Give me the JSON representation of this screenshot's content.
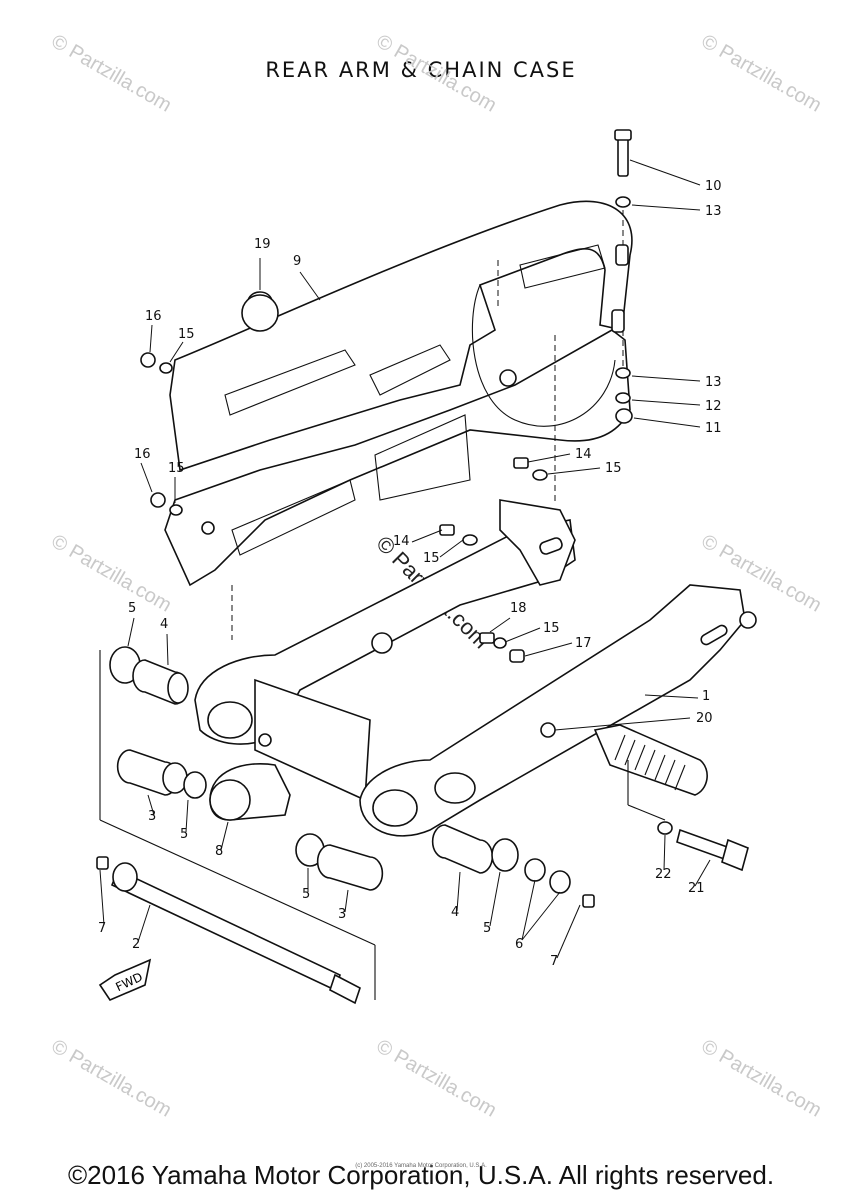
{
  "title": "REAR ARM & CHAIN CASE",
  "copyright": "©2016 Yamaha Motor Corporation, U.S.A. All rights reserved.",
  "small_copyright": "(c) 2005-2016 Yamaha Motor Corporation, U.S.A.",
  "watermark": {
    "text": "© Partzilla.com",
    "color": "#c9c9c9"
  },
  "center_watermark": "© Partzilla.com",
  "fwd_label": "FWD",
  "callouts": [
    {
      "id": "c10",
      "label": "10"
    },
    {
      "id": "c13a",
      "label": "13"
    },
    {
      "id": "c19",
      "label": "19"
    },
    {
      "id": "c9",
      "label": "9"
    },
    {
      "id": "c16a",
      "label": "16"
    },
    {
      "id": "c15a",
      "label": "15"
    },
    {
      "id": "c13b",
      "label": "13"
    },
    {
      "id": "c12",
      "label": "12"
    },
    {
      "id": "c11",
      "label": "11"
    },
    {
      "id": "c16b",
      "label": "16"
    },
    {
      "id": "c15b",
      "label": "15"
    },
    {
      "id": "c14a",
      "label": "14"
    },
    {
      "id": "c15c",
      "label": "15"
    },
    {
      "id": "c14b",
      "label": "14"
    },
    {
      "id": "c15d",
      "label": "15"
    },
    {
      "id": "c5a",
      "label": "5"
    },
    {
      "id": "c4a",
      "label": "4"
    },
    {
      "id": "c18",
      "label": "18"
    },
    {
      "id": "c15e",
      "label": "15"
    },
    {
      "id": "c17",
      "label": "17"
    },
    {
      "id": "c1",
      "label": "1"
    },
    {
      "id": "c20",
      "label": "20"
    },
    {
      "id": "c3a",
      "label": "3"
    },
    {
      "id": "c5b",
      "label": "5"
    },
    {
      "id": "c8",
      "label": "8"
    },
    {
      "id": "c5c",
      "label": "5"
    },
    {
      "id": "c3b",
      "label": "3"
    },
    {
      "id": "c4b",
      "label": "4"
    },
    {
      "id": "c5d",
      "label": "5"
    },
    {
      "id": "c6",
      "label": "6"
    },
    {
      "id": "c7a",
      "label": "7"
    },
    {
      "id": "c2",
      "label": "2"
    },
    {
      "id": "c7b",
      "label": "7"
    },
    {
      "id": "c22",
      "label": "22"
    },
    {
      "id": "c21",
      "label": "21"
    }
  ]
}
